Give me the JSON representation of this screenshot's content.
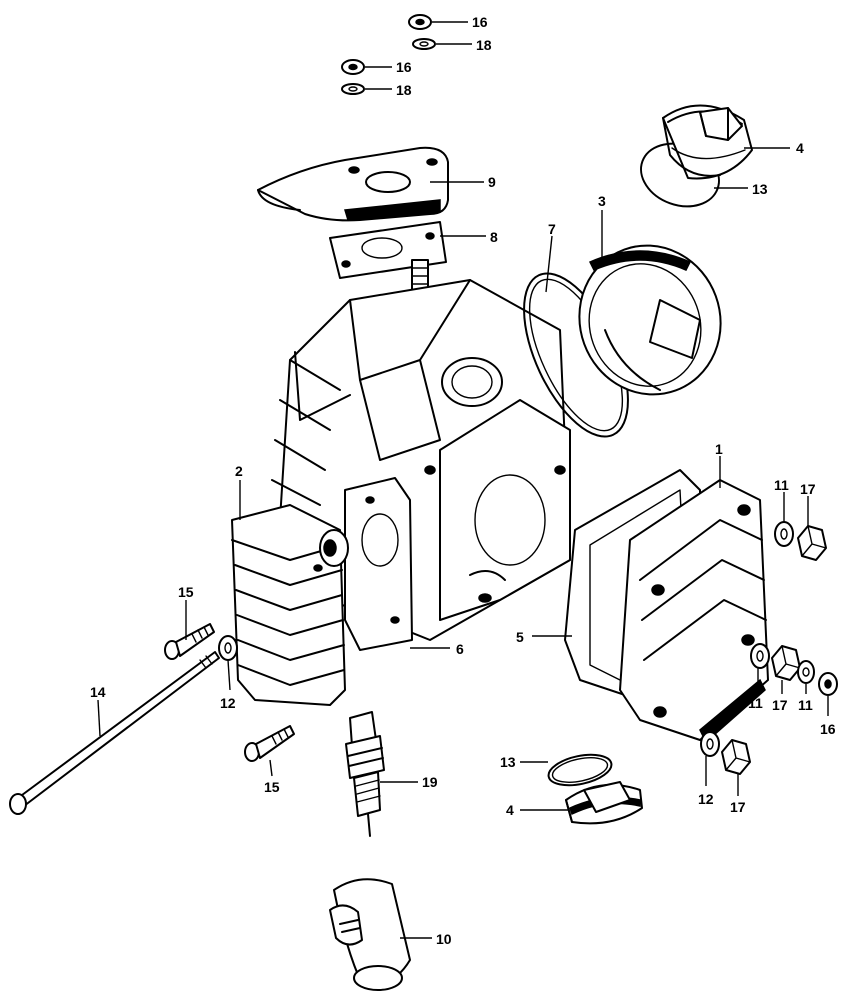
{
  "callouts": [
    {
      "id": "c1",
      "text": "1"
    },
    {
      "id": "c2",
      "text": "2"
    },
    {
      "id": "c3",
      "text": "3"
    },
    {
      "id": "c4a",
      "text": "4"
    },
    {
      "id": "c4b",
      "text": "4"
    },
    {
      "id": "c5",
      "text": "5"
    },
    {
      "id": "c6",
      "text": "6"
    },
    {
      "id": "c7",
      "text": "7"
    },
    {
      "id": "c8",
      "text": "8"
    },
    {
      "id": "c9",
      "text": "9"
    },
    {
      "id": "c10",
      "text": "10"
    },
    {
      "id": "c11a",
      "text": "11"
    },
    {
      "id": "c11b",
      "text": "11"
    },
    {
      "id": "c11c",
      "text": "11"
    },
    {
      "id": "c12a",
      "text": "12"
    },
    {
      "id": "c12b",
      "text": "12"
    },
    {
      "id": "c13a",
      "text": "13"
    },
    {
      "id": "c13b",
      "text": "13"
    },
    {
      "id": "c14",
      "text": "14"
    },
    {
      "id": "c15a",
      "text": "15"
    },
    {
      "id": "c15b",
      "text": "15"
    },
    {
      "id": "c16a",
      "text": "16"
    },
    {
      "id": "c16b",
      "text": "16"
    },
    {
      "id": "c16c",
      "text": "16"
    },
    {
      "id": "c17a",
      "text": "17"
    },
    {
      "id": "c17b",
      "text": "17"
    },
    {
      "id": "c17c",
      "text": "17"
    },
    {
      "id": "c18a",
      "text": "18"
    },
    {
      "id": "c18b",
      "text": "18"
    },
    {
      "id": "c19",
      "text": "19"
    }
  ]
}
